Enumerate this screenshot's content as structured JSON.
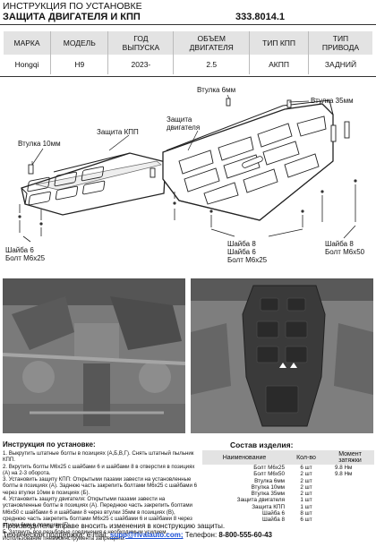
{
  "header": {
    "line1": "ИНСТРУКЦИЯ ПО УСТАНОВКЕ",
    "line2": "ЗАЩИТА ДВИГАТЕЛЯ И КПП",
    "article": "333.8014.1"
  },
  "spec": {
    "headers": [
      [
        "МАРКА"
      ],
      [
        "МОДЕЛЬ"
      ],
      [
        "ГОД",
        "ВЫПУСКА"
      ],
      [
        "ОБЪЕМ",
        "ДВИГАТЕЛЯ"
      ],
      [
        "ТИП КПП"
      ],
      [
        "ТИП",
        "ПРИВОДА"
      ]
    ],
    "row": [
      "Hongqi",
      "H9",
      "2023-",
      "2.5",
      "АКПП",
      "ЗАДНИЙ"
    ]
  },
  "callouts": {
    "bushing6": "Втулка 6мм",
    "bushing35": "Втулка 35мм",
    "gearbox": "Защита КПП",
    "engine": [
      "Защита",
      "двигателя"
    ],
    "bushing10": "Втулка 10мм",
    "washer6_left": [
      "Шайба 6",
      "Болт М6х25"
    ],
    "washer8_mid": [
      "Шайба 8",
      "Шайба 6",
      "Болт М6х25"
    ],
    "washer8_right": [
      "Шайба 8",
      "Болт М6х50"
    ]
  },
  "instructions": {
    "title": "Инструкция по установке:",
    "steps": [
      "1. Выкрутить штатные болты в позициях (А,Б,В,Г). Снять штатный пыльник КПП.",
      "2. Вкрутить болты М6х25 с шайбами 6 и шайбами 8 в отверстия в позициях (А) на 2-3 оборота.",
      "3. Установить защиту КПП: Открытыми пазами завести на установленные болты в позициях (А). Заднюю часть закрепить болтами М6х25 с шайбами 6 через втулки 10мм в позициях (Б).",
      "4. Установить защиту двигателя: Открытыми пазами завести на установленные болты в позициях (А). Переднюю часть закрепить болтами М6х50 с шайбами 6 и шайбами 8 через втулки 35мм в позициях (В), среднюю часть закрепить болтами М6х25 с шайбами 6 и шайбами 8 через втулки 6мм в позициях (Г).",
      "5. Затянуть все резьбовые соединения с необходимым усилием.",
      "Использование пневмоинструмента запрещено."
    ]
  },
  "composition": {
    "title": "Состав изделия:",
    "headers": [
      "Наименование",
      "Кол-во",
      "Момент затяжки"
    ],
    "rows": [
      [
        "Болт М6х25",
        "6 шт",
        "9.8 Нм"
      ],
      [
        "Болт М6х50",
        "2 шт",
        "9.8 Нм"
      ],
      [
        "Втулка 6мм",
        "2 шт",
        ""
      ],
      [
        "Втулка 10мм",
        "2 шт",
        ""
      ],
      [
        "Втулка 35мм",
        "2 шт",
        ""
      ],
      [
        "Защита двигателя",
        "1 шт",
        ""
      ],
      [
        "Защита КПП",
        "1 шт",
        ""
      ],
      [
        "Шайба 6",
        "8 шт",
        ""
      ],
      [
        "Шайба 8",
        "6 шт",
        ""
      ]
    ]
  },
  "footer": {
    "notice": "Производитель вправе вносить изменения в конструкцию защиты.",
    "support_label": "Техническая поддержка:",
    "email_label": "e-mail:",
    "email": "supp@rivalauto.com;",
    "phone_label": "Телефон:",
    "phone": "8-800-555-60-43"
  }
}
